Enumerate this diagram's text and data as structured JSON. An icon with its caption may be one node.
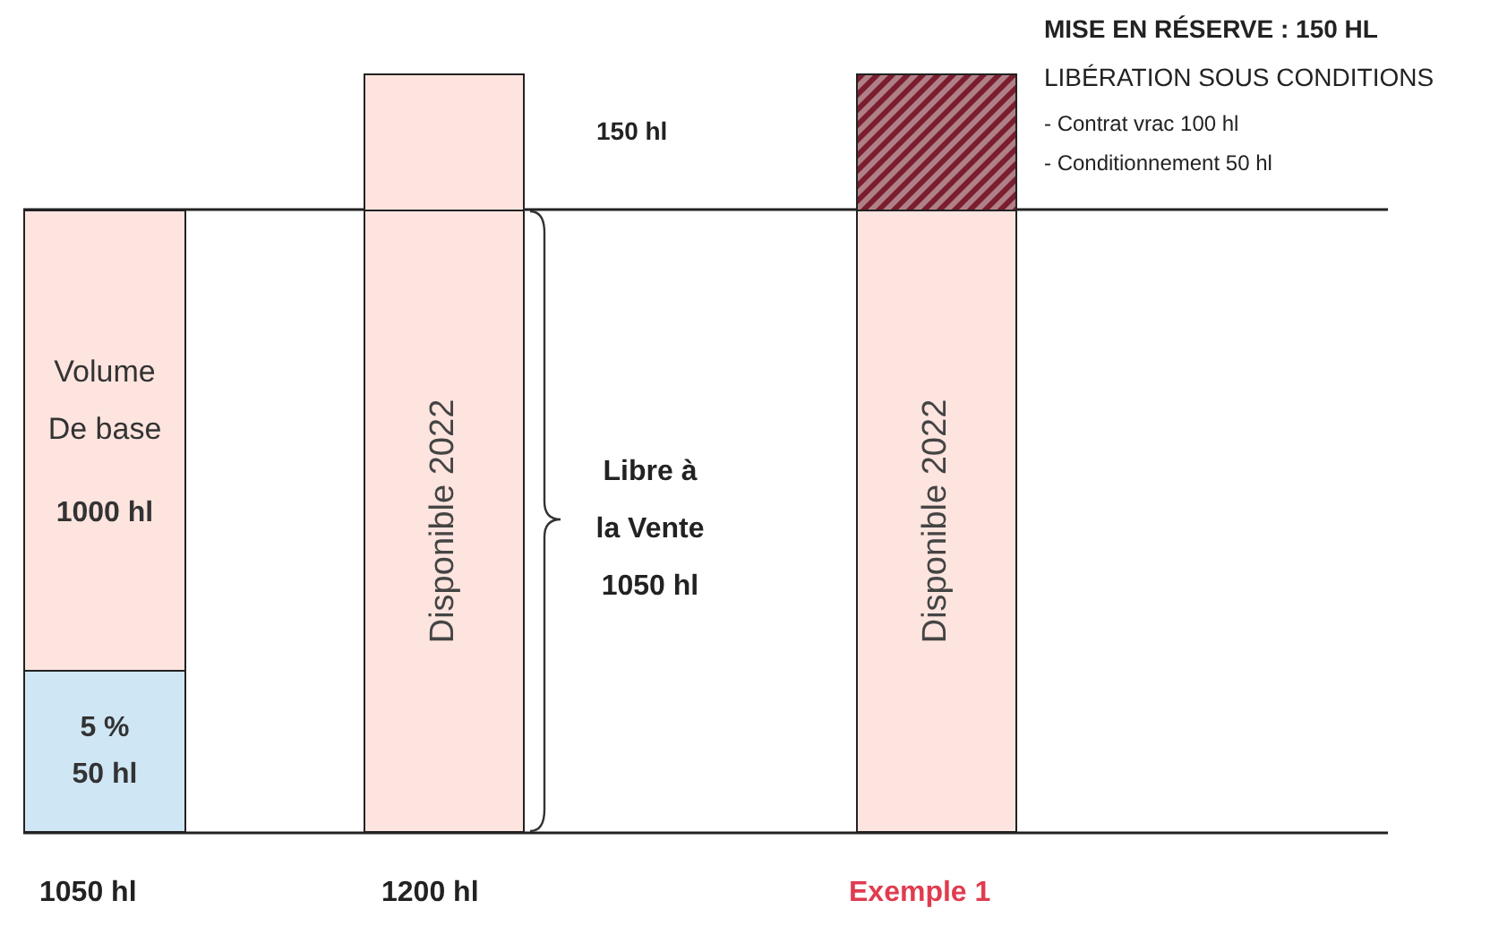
{
  "diagram": {
    "nodes": [
      {
        "text": [
          "Volume De base",
          "1000 hl"
        ]
      },
      {
        "text": [
          "5 % 50 hl"
        ]
      },
      {
        "text": [],
        "shape": "box"
      },
      {
        "text": [
          "Disponible 2022"
        ]
      },
      {
        "text": [],
        "shape": "box"
      },
      {
        "text": [
          "Disponible 2022"
        ]
      }
    ],
    "labels": [
      "MISE EN RÉSERVE : 150 HL",
      "LIBÉRATION SOUS CONDITIONS",
      "150 hl",
      "- Contrat vrac 100 hl",
      "- Conditionnement 50 hl",
      "Libre à la Vente 1050 hl",
      "1050 hl",
      "1200 hl",
      "Exemple 1"
    ]
  }
}
